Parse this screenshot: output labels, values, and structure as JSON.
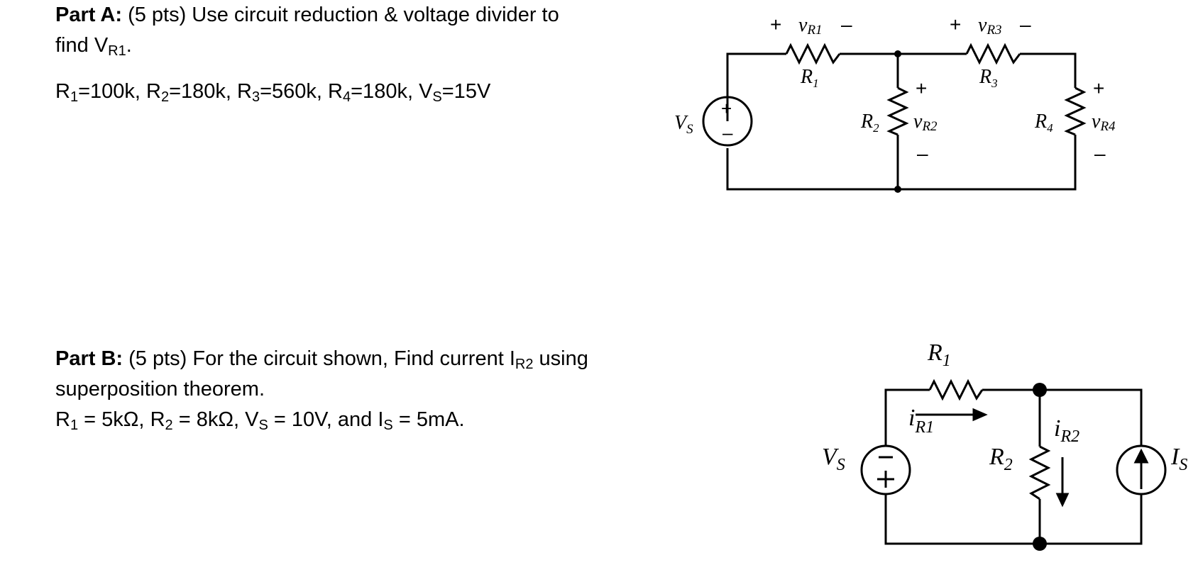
{
  "part_a": {
    "label": "Part A:",
    "line1": "(5 pts) Use circuit reduction & voltage divider to",
    "line2": "find V",
    "line2_sub": "R1",
    "line2_end": ".",
    "values": [
      {
        "t": "R",
        "s": "1",
        "e": "=100k, "
      },
      {
        "t": "R",
        "s": "2",
        "e": "=180k, "
      },
      {
        "t": "R",
        "s": "3",
        "e": "=560k, "
      },
      {
        "t": "R",
        "s": "4",
        "e": "=180k, "
      },
      {
        "t": "V",
        "s": "S",
        "e": "=15V"
      }
    ],
    "circuit": {
      "vs": "V",
      "vs_sub": "S",
      "r1": "R",
      "r1_sub": "1",
      "r2": "R",
      "r2_sub": "2",
      "r3": "R",
      "r3_sub": "3",
      "r4": "R",
      "r4_sub": "4",
      "vr1": "v",
      "vr1_sub": "R1",
      "vr2": "v",
      "vr2_sub": "R2",
      "vr3": "v",
      "vr3_sub": "R3",
      "vr4": "v",
      "vr4_sub": "R4",
      "plus": "+",
      "minus": "–"
    }
  },
  "part_b": {
    "label": "Part B:",
    "line1_pre": "(5 pts) For the circuit shown, Find current I",
    "line1_sub": "R2",
    "line1_post": " using",
    "line2": "superposition theorem.",
    "values": [
      {
        "t": "R",
        "s": "1",
        "e": " = 5kΩ, "
      },
      {
        "t": "R",
        "s": "2",
        "e": " = 8kΩ, "
      },
      {
        "t": "V",
        "s": "S",
        "e": " = 10V, and "
      },
      {
        "t": "I",
        "s": "S",
        "e": " = 5mA."
      }
    ],
    "circuit": {
      "r1": "R",
      "r1_sub": "1",
      "r2": "R",
      "r2_sub": "2",
      "ir1": "i",
      "ir1_sub": "R1",
      "ir2": "i",
      "ir2_sub": "R2",
      "vs": "V",
      "vs_sub": "S",
      "is": "I",
      "is_sub": "S"
    }
  }
}
